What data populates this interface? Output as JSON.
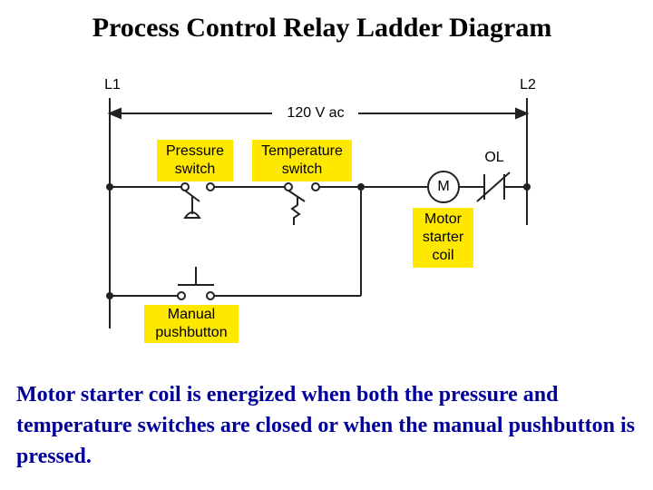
{
  "title": "Process Control Relay Ladder Diagram",
  "diagram": {
    "rail_left_label": "L1",
    "rail_right_label": "L2",
    "voltage_label": "120 V ac",
    "overload_label": "OL",
    "motor_symbol": "M",
    "pressure_switch_label": "Pressure\nswitch",
    "temperature_switch_label": "Temperature\nswitch",
    "motor_coil_label": "Motor\nstarter\ncoil",
    "pushbutton_label": "Manual\npushbutton"
  },
  "colors": {
    "label_highlight": "#ffe800",
    "caption": "#000099",
    "line": "#222222"
  },
  "caption": "Motor starter coil is energized when both the pressure and temperature switches are closed or when the manual pushbutton is pressed."
}
